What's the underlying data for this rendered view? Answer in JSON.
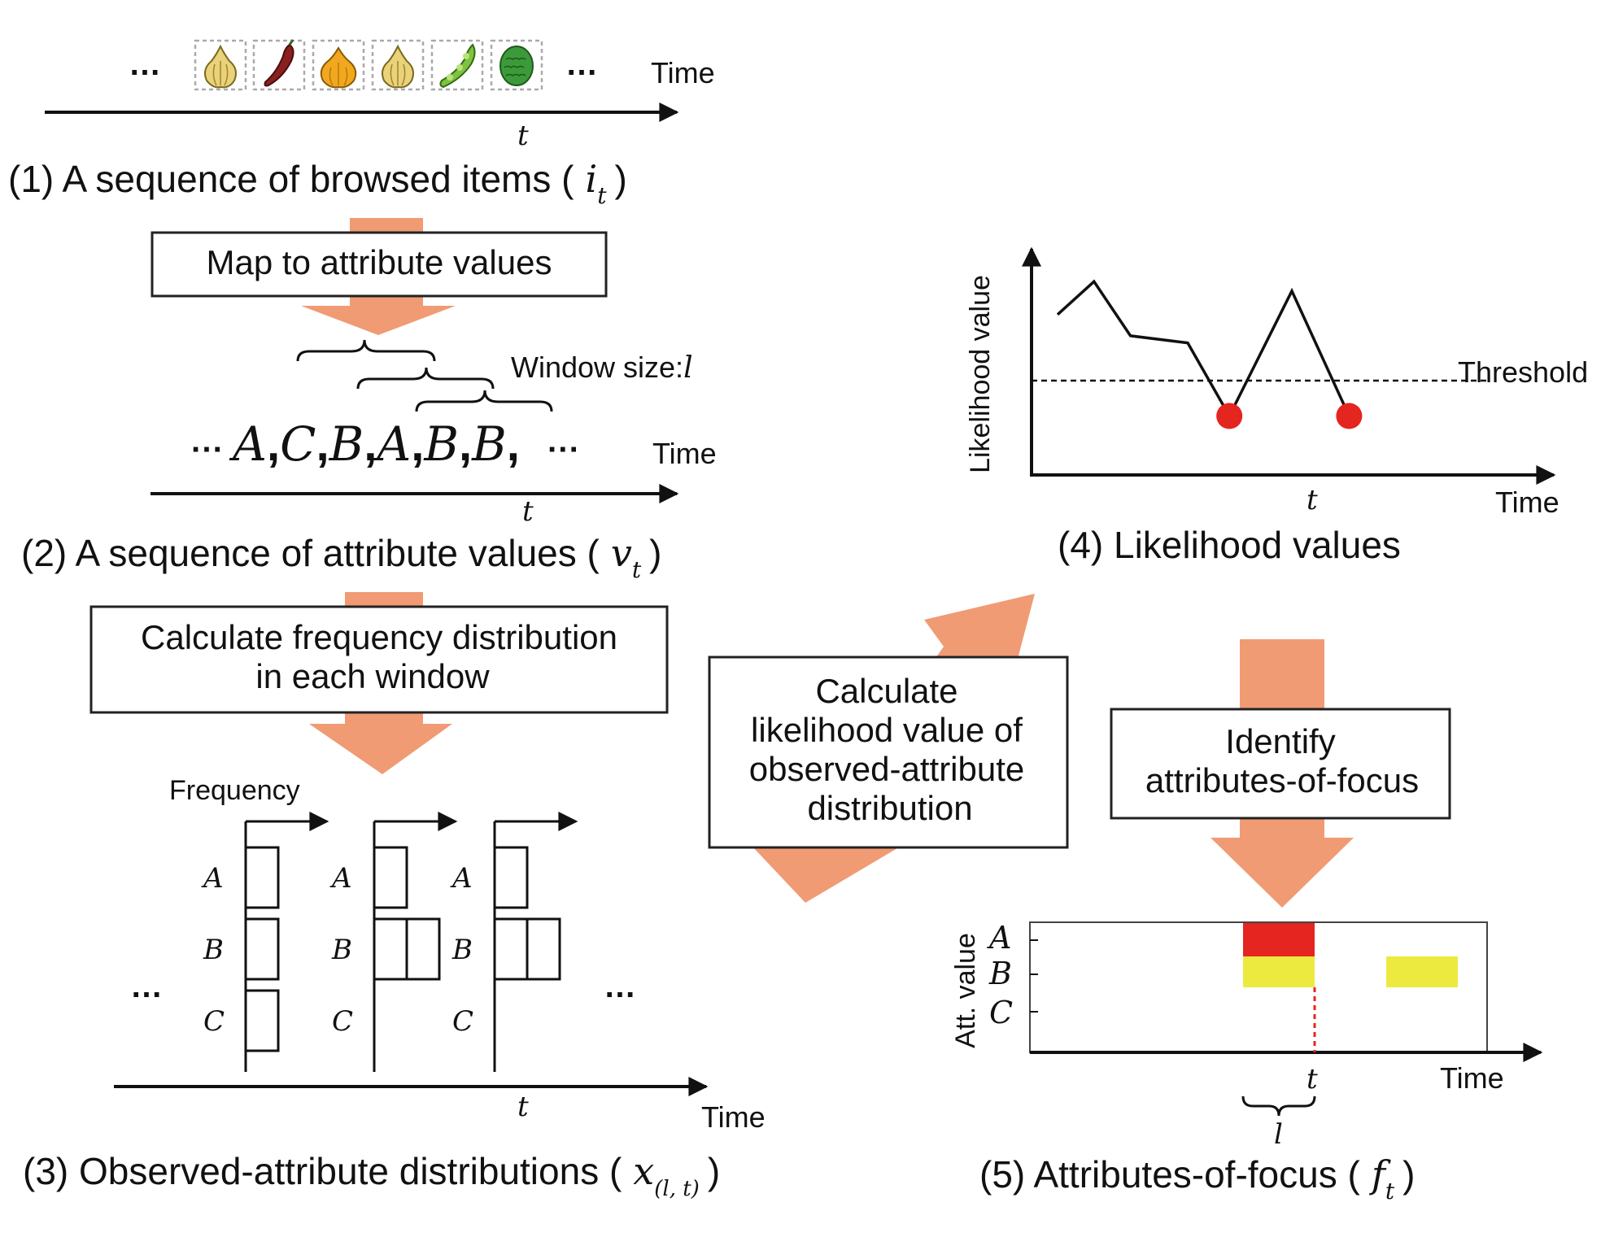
{
  "panel1": {
    "ellipsis_left": "…",
    "ellipsis_right": "…",
    "axis_label": "Time",
    "t_label": "t",
    "caption": "(1) A sequence of browsed items (",
    "caption_var": "i",
    "caption_sub": "t",
    "caption_close": ")",
    "item_icons": [
      "garlic-icon",
      "chili-pepper-icon",
      "onion-icon",
      "garlic-icon",
      "pea-pod-icon",
      "bitter-gourd-icon"
    ]
  },
  "step_map": {
    "label": "Map to attribute values"
  },
  "panel2": {
    "window_label": "Window size:",
    "window_var": "l",
    "sequence_prefix": "··· ",
    "sequence": [
      "A",
      "C",
      "B",
      "A",
      "B",
      "B"
    ],
    "sequence_suffix": "···",
    "axis_label": "Time",
    "t_label": "t",
    "caption": "(2) A sequence of attribute values (",
    "caption_var": "v",
    "caption_sub": "t",
    "caption_close": ")"
  },
  "step_freq": {
    "line1": "Calculate frequency distribution",
    "line2": "in each window"
  },
  "panel3": {
    "y_label": "Frequency",
    "categories": [
      "A",
      "B",
      "C"
    ],
    "windows": [
      {
        "A": 1,
        "B": 1,
        "C": 1
      },
      {
        "A": 1,
        "B": 2,
        "C": 0
      },
      {
        "A": 1,
        "B": 2,
        "C": 0
      }
    ],
    "ellipsis_left": "…",
    "ellipsis_right": "…",
    "axis_label": "Time",
    "t_label": "t",
    "caption": "(3) Observed-attribute distributions (",
    "caption_var": "x",
    "caption_sub": "(l, t)",
    "caption_close": ")"
  },
  "step_likelihood": {
    "line1": "Calculate",
    "line2": "likelihood value of",
    "line3": "observed-attribute",
    "line4": "distribution"
  },
  "panel4": {
    "y_label": "Likelihood value",
    "x_label": "Time",
    "threshold_label": "Threshold",
    "t_label": "t",
    "caption": "(4) Likelihood values",
    "threshold": 0.4,
    "line_points": [
      [
        0.05,
        0.68
      ],
      [
        0.12,
        0.82
      ],
      [
        0.19,
        0.59
      ],
      [
        0.3,
        0.56
      ],
      [
        0.38,
        0.25
      ],
      [
        0.5,
        0.78
      ],
      [
        0.61,
        0.25
      ]
    ],
    "below_threshold_points": [
      [
        0.38,
        0.25
      ],
      [
        0.61,
        0.25
      ]
    ],
    "colors": {
      "line": "#111111",
      "marker": "#e52520"
    }
  },
  "step_identify": {
    "line1": "Identify",
    "line2": "attributes-of-focus"
  },
  "panel5": {
    "y_label": "Att. value",
    "categories": [
      "A",
      "B",
      "C"
    ],
    "x_label": "Time",
    "t_label": "t",
    "l_label": "l",
    "caption": "(5) Attributes-of-focus (",
    "caption_var": "f",
    "caption_sub": "t",
    "caption_close": ")",
    "colors": {
      "focus_a": "#e52520",
      "focus_b": "#ecea3f",
      "t_marker": "#e52520"
    }
  },
  "colors": {
    "arrow": "#f09b74",
    "box_border": "#222222"
  }
}
